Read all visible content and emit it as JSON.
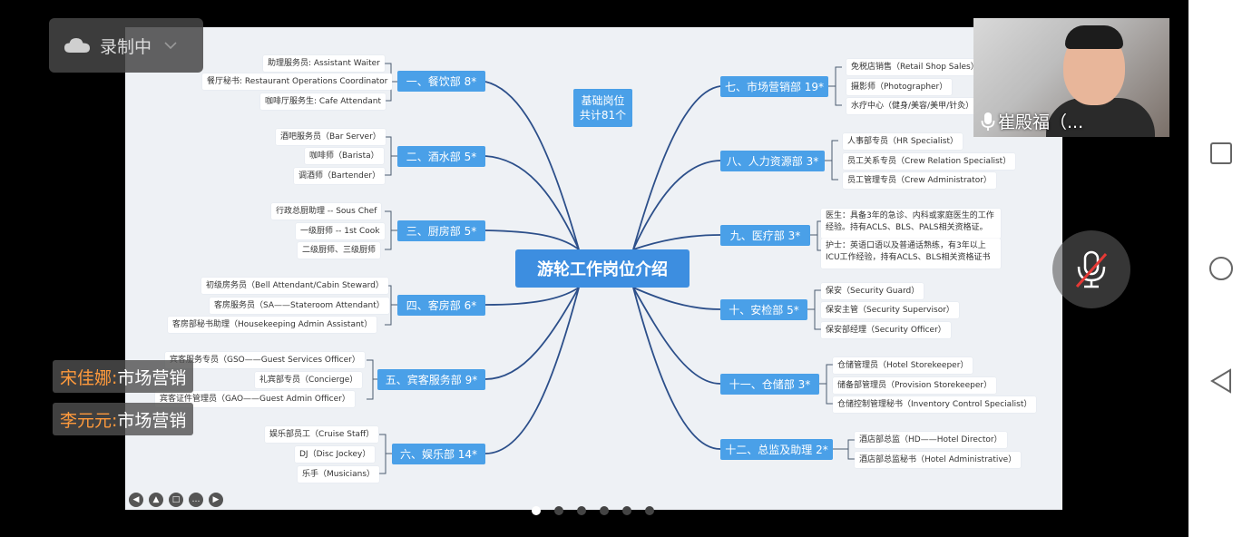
{
  "recording": {
    "label": "录制中"
  },
  "slide": {
    "center": "游轮工作岗位介绍",
    "summary": {
      "line1": "基础岗位",
      "line2": "共计81个"
    },
    "depts": [
      {
        "name": "一、餐饮部 8*",
        "items": [
          "助理服务员: Assistant Waiter",
          "餐厅秘书: Restaurant Operations Coordinator",
          "咖啡厅服务生: Cafe Attendant"
        ]
      },
      {
        "name": "二、酒水部 5*",
        "items": [
          "酒吧服务员（Bar Server）",
          "咖啡师（Barista）",
          "调酒师（Bartender）"
        ]
      },
      {
        "name": "三、厨房部 5*",
        "items": [
          "行政总厨助理 -- Sous Chef",
          "一级厨师 -- 1st Cook",
          "二级厨师、三级厨师"
        ]
      },
      {
        "name": "四、客房部 6*",
        "items": [
          "初级房务员（Bell Attendant/Cabin Steward）",
          "客房服务员（SA——Stateroom Attendant）",
          "客房部秘书助理（Housekeeping Admin Assistant）"
        ]
      },
      {
        "name": "五、宾客服务部 9*",
        "items": [
          "宾客服务专员（GSO——Guest Services Officer）",
          "礼宾部专员（Concierge）",
          "宾客证件管理员（GAO——Guest Admin Officer）"
        ]
      },
      {
        "name": "六、娱乐部 14*",
        "items": [
          "娱乐部员工（Cruise Staff）",
          "DJ（Disc Jockey）",
          "乐手（Musicians）"
        ]
      },
      {
        "name": "七、市场营销部 19*",
        "items": [
          "免税店销售（Retail Shop Sales）",
          "摄影师（Photographer）",
          "水疗中心（健身/美容/美甲/针灸）"
        ]
      },
      {
        "name": "八、人力资源部 3*",
        "items": [
          "人事部专员（HR Specialist）",
          "员工关系专员（Crew Relation Specialist）",
          "员工管理专员（Crew Administrator）"
        ]
      },
      {
        "name": "九、医疗部 3*",
        "items": [
          "医生：具备3年的急诊、内科或家庭医生的工作经验。持有ACLS、BLS、PALS相关资格证。",
          "护士：英语口语以及普通话熟练，有3年以上ICU工作经验，持有ACLS、BLS相关资格证书"
        ]
      },
      {
        "name": "十、安检部 5*",
        "items": [
          "保安（Security Guard）",
          "保安主管（Security Supervisor）",
          "保安部经理（Security Officer）"
        ]
      },
      {
        "name": "十一、仓储部 3*",
        "items": [
          "仓储管理员（Hotel Storekeeper）",
          "储备部管理员（Provision Storekeeper）",
          "仓储控制管理秘书（Inventory Control Specialist）"
        ]
      },
      {
        "name": "十二、总监及助理 2*",
        "items": [
          "酒店部总监（HD——Hotel Director）",
          "酒店部总监秘书（Hotel Administrative）"
        ]
      }
    ]
  },
  "captions": [
    {
      "who": "宋佳娜:",
      "what": " 市场营销"
    },
    {
      "who": "李元元:",
      "what": " 市场营销"
    }
  ],
  "video": {
    "name": "崔殿福（..."
  }
}
